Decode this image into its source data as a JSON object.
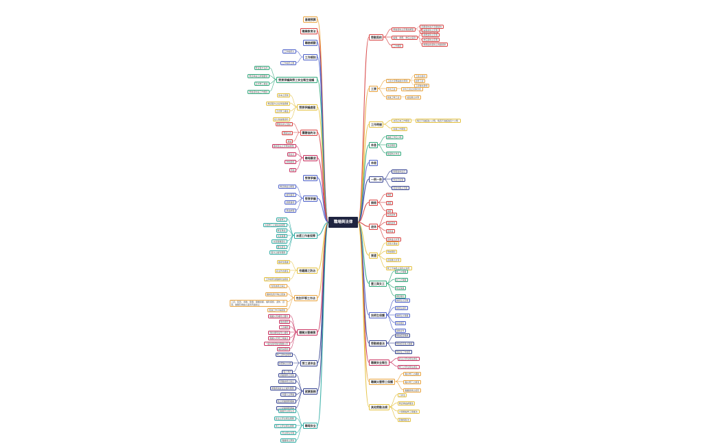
{
  "root": {
    "label": "職場與法律"
  },
  "colors": {
    "orange": "#e8a13a",
    "red": "#d63c3c",
    "blue": "#4a5ec8",
    "green": "#2aa577",
    "yellow": "#e3c03c",
    "navy": "#2c3a8c",
    "crimson": "#c62a5a",
    "teal": "#28a8a0"
  },
  "branches": {
    "left": [
      {
        "label": "基礎預算",
        "color": "orange",
        "children": []
      },
      {
        "label": "職業教育法",
        "color": "red",
        "children": []
      },
      {
        "label": "職務規劃",
        "color": "blue",
        "children": []
      },
      {
        "label": "工作規則",
        "color": "blue",
        "children": [
          "工作場所大",
          "工作場所之規"
        ]
      },
      {
        "label": "勞資爭議與勞工安全衛生協議",
        "color": "green",
        "children": [
          "勞資雙方協商",
          "勞資爭議之處理要領",
          "正式勞工權益",
          "勞動契約與工作規則"
        ]
      },
      {
        "label": "勞資爭議處理",
        "color": "yellow",
        "children": [
          "基本之原則",
          "勞資雙方之協商與調解",
          "正式勞工權益",
          "協力與僱傭契約"
        ]
      },
      {
        "label": "團體協約法",
        "color": "red",
        "children": [
          "團體協約之簽訂",
          "團體協約",
          "爭議"
        ]
      },
      {
        "label": "職場霸凌",
        "color": "crimson",
        "children": [
          "職場霸凌之定義與類型",
          "霸凌之",
          "防制措施",
          "申訴"
        ]
      },
      {
        "label": "勞資爭議",
        "color": "blue",
        "children": []
      },
      {
        "label": "勞資爭議",
        "color": "blue",
        "children": [
          "勞資爭議之類型",
          "權利事項",
          "調整事項",
          "爭議處理"
        ]
      },
      {
        "label": "派遣工作者保障",
        "color": "teal",
        "children": [
          "派遣勞工",
          "派遣勞工之權益與保障",
          "勞資爭議",
          "派遣事業",
          "派遣事業單位",
          "要派單位",
          "雙方之權利義務"
        ]
      },
      {
        "label": "性騷擾之防治",
        "color": "yellow",
        "children": [
          "職場性騷擾",
          "雇主防治責任",
          "工作場所性騷擾防治措施"
        ]
      },
      {
        "label": "性別平等工作法",
        "color": "orange",
        "children": [
          "性別歧視之禁止",
          "職場性別平等之促進",
          "工資、配置、考績、陞遷、職業訓練、福利措施、退休、資遣、離職及解僱之差別待遇禁止",
          "促進工作平等措施"
        ]
      },
      {
        "label": "職業災害補償",
        "color": "crimson",
        "children": [
          "職業災害補償之要件",
          "醫療補償",
          "工資補償",
          "殘廢補償與死亡補償",
          "職業災害勞工保護法",
          "一般性與特殊性職業災害",
          "補償與賠償"
        ]
      },
      {
        "label": "勞工退休金",
        "color": "navy",
        "children": [
          "勞工退休金條例",
          "新舊制之比較",
          "個人專戶"
        ]
      },
      {
        "label": "就業服務",
        "color": "navy",
        "children": [
          "就業服務之目的",
          "就業歧視之禁止",
          "求職者與雇主之權利義務",
          "外國人之聘僱",
          "私立就業服務機構",
          "公立就業服務機構"
        ]
      },
      {
        "label": "職場安全",
        "color": "teal",
        "children": [
          "職業安全衛生法",
          "雇主之安全衛生義務",
          "勞工之安全衛生義務",
          "安全衛生管理",
          "職業病之預防"
        ]
      }
    ],
    "right": [
      {
        "label": "勞動契約",
        "color": "red",
        "children": [
          {
            "label": "勞動契約之定義與類型",
            "children": [
              "定期契約與不定期契約",
              "勞動契約之成立"
            ]
          },
          {
            "label": "僱傭、承攬、委任之區別",
            "children": [
              "僱傭契約之定義",
              "承攬契約之定義",
              "委任契約之定義",
              "勞務提供契約之判斷標準"
            ]
          },
          {
            "label": "工作規則",
            "children": []
          }
        ]
      },
      {
        "label": "工資",
        "color": "orange",
        "children": [
          {
            "label": "工資之定義與給付原則",
            "children": [
              "工資之給付",
              "最低工資",
              "工資優先受償"
            ]
          },
          {
            "label": "平均工資",
            "children": [
              "平均工資之計算方式"
            ]
          },
          {
            "label": "延長工時工資",
            "children": [
              "加班費之計算"
            ]
          }
        ]
      },
      {
        "label": "工作時間",
        "color": "yellow",
        "children": [
          {
            "label": "法定正常工作時間",
            "children": [
              "每日不得超過八小時，每週不得超過四十小時"
            ]
          },
          {
            "label": "延長工作時間",
            "children": []
          }
        ]
      },
      {
        "label": "休息",
        "color": "green",
        "children": [
          {
            "label": "連續工作四小時",
            "children": []
          },
          {
            "label": "休息時間",
            "children": []
          },
          {
            "label": "輪班制之休息",
            "children": []
          }
        ]
      },
      {
        "label": "休假",
        "color": "blue",
        "children": []
      },
      {
        "label": "一例一休",
        "color": "navy",
        "children": [
          {
            "label": "例假與休息日",
            "children": []
          },
          {
            "label": "休息日出勤",
            "children": []
          },
          {
            "label": "特別休假之天數",
            "children": []
          }
        ]
      },
      {
        "label": "請假",
        "color": "red",
        "children": [
          {
            "label": "婚假",
            "children": []
          },
          {
            "label": "喪假",
            "children": []
          },
          {
            "label": "病假",
            "children": []
          }
        ]
      },
      {
        "label": "退休",
        "color": "red",
        "children": [
          {
            "label": "自請退休",
            "children": []
          },
          {
            "label": "強制退休",
            "children": []
          },
          {
            "label": "退休金",
            "children": []
          },
          {
            "label": "退休金之計算",
            "children": []
          }
        ]
      },
      {
        "label": "資遣",
        "color": "yellow",
        "children": [
          {
            "label": "資遣之事由",
            "children": []
          },
          {
            "label": "預告期間",
            "children": []
          },
          {
            "label": "資遣費之計算",
            "children": []
          },
          {
            "label": "勞工不得終止契約之情形",
            "children": []
          }
        ]
      },
      {
        "label": "童工與女工",
        "color": "green",
        "children": [
          {
            "label": "童工之保護",
            "children": []
          },
          {
            "label": "女工之保護",
            "children": []
          },
          {
            "label": "母性保護",
            "children": []
          },
          {
            "label": "哺乳時間",
            "children": []
          }
        ]
      },
      {
        "label": "技術生保護",
        "color": "blue",
        "children": [
          {
            "label": "技術生之定義",
            "children": []
          },
          {
            "label": "技術生契約",
            "children": []
          },
          {
            "label": "技術生之保護",
            "children": []
          },
          {
            "label": "準用規定",
            "children": []
          },
          {
            "label": "建教合作",
            "children": []
          }
        ]
      },
      {
        "label": "勞動檢查法",
        "color": "navy",
        "children": [
          {
            "label": "勞動檢查機構",
            "children": []
          },
          {
            "label": "勞動檢查員之職權",
            "children": []
          },
          {
            "label": "危險性工作場所",
            "children": []
          }
        ]
      },
      {
        "label": "職業安全衛生",
        "color": "crimson",
        "children": [
          {
            "label": "雇主之安全衛生責任",
            "children": []
          },
          {
            "label": "勞工之安全衛生責任",
            "children": []
          }
        ]
      },
      {
        "label": "職業災害勞工保護",
        "color": "orange",
        "children": [
          {
            "label": "職災勞工之補助",
            "children": []
          },
          {
            "label": "職災勞工之重建",
            "children": []
          },
          {
            "label": "職業疾病之認定",
            "children": []
          }
        ]
      },
      {
        "label": "其他勞動法規",
        "color": "yellow",
        "children": [
          {
            "label": "工會法",
            "children": []
          },
          {
            "label": "勞資爭議處理法",
            "children": []
          },
          {
            "label": "大量解僱勞工保護法",
            "children": []
          },
          {
            "label": "就業保險法",
            "children": []
          }
        ]
      }
    ]
  }
}
